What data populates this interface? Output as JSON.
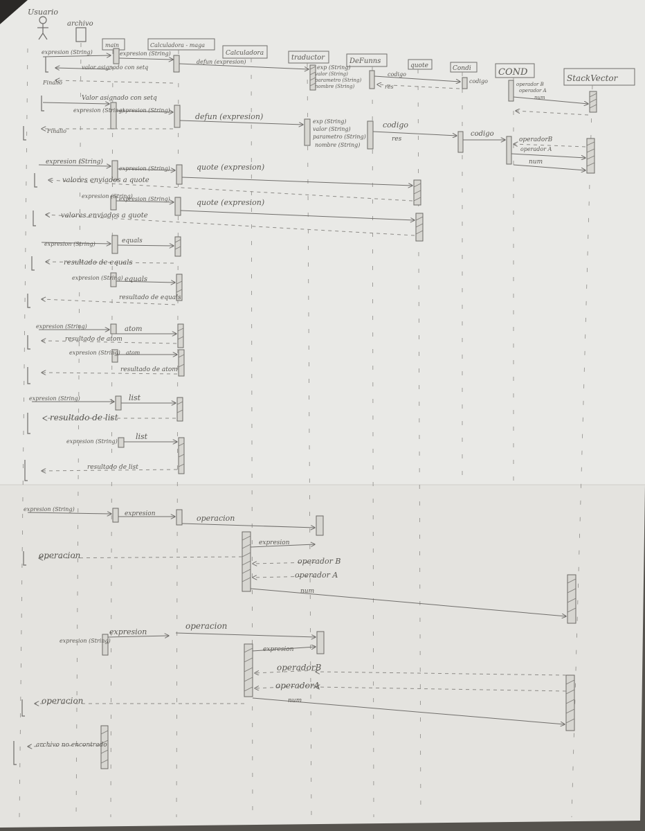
{
  "diagram": {
    "actor_label": "Usuario",
    "file_label": "archivo",
    "participants": [
      {
        "id": "main",
        "label": "main"
      },
      {
        "id": "calc_maga",
        "label": "Calculadora - maga"
      },
      {
        "id": "calculadora",
        "label": "Calculadora"
      },
      {
        "id": "traductor",
        "label": "traductor"
      },
      {
        "id": "defunnns",
        "label": "DeFunns"
      },
      {
        "id": "quote",
        "label": "quote"
      },
      {
        "id": "cond",
        "label": "Condi"
      },
      {
        "id": "cond2",
        "label": "COND"
      },
      {
        "id": "stackvector",
        "label": "StackVector"
      }
    ],
    "messages": {
      "m1": "expresion (String)",
      "m2": "expresion (String)",
      "m3": "defun (expresion)",
      "m4": "valor asignado con setq",
      "m5": "Finalio",
      "m6": "exp (String)",
      "m7": "valor (String)",
      "m8": "parametro (String)",
      "m9": "nombre (String)",
      "m10": "codigo",
      "m11": "res",
      "m12": "codigo",
      "m13": "operador B",
      "m14": "operador A",
      "m15": "num",
      "m16": "Valor asignado con setq",
      "m17": "expresion (String)",
      "m18": "expresion (String)",
      "m19": "defun (expresion)",
      "m20": "Finalio",
      "m21": "exp (String)",
      "m22": "valor (String)",
      "m23": "parametro (String)",
      "m24": "nombre (String)",
      "m25": "codigo",
      "m26": "res",
      "m27": "codigo",
      "m28": "operadorB",
      "m29": "operador A",
      "m30": "num",
      "m31": "expresion (String)",
      "m32": "expresion (String)",
      "m33": "quote (expresion)",
      "m34": "valores enviados a quote",
      "m35": "expresion (String)",
      "m36": "expresion (String)",
      "m37": "quote (expresion)",
      "m38": "valores enviados a quote",
      "m39": "expresion (String)",
      "m40": "equals",
      "m41": "resultado de equals",
      "m42": "expresion (String)",
      "m43": "equals",
      "m44": "resultado de equals",
      "m45": "expresion (String)",
      "m46": "atom",
      "m47": "resultado de atom",
      "m48": "expresion (String)",
      "m49": "atom",
      "m50": "resultado de atom",
      "m51": "expresion (String)",
      "m52": "list",
      "m53": "resultado de list",
      "m54": "expresion (String)",
      "m55": "list",
      "m56": "resultado de list",
      "m57": "expresion (String)",
      "m58": "expresion",
      "m59": "operacion",
      "m60": "expresion",
      "m61": "operador B",
      "m62": "operador A",
      "m63": "num",
      "m64": "operacion",
      "m65": "expresion (String)",
      "m66": "expresion",
      "m67": "operacion",
      "m68": "expresion",
      "m69": "operadorB",
      "m70": "operadorA",
      "m71": "num",
      "m72": "operacion",
      "m73": "archivo no encontrado"
    }
  }
}
